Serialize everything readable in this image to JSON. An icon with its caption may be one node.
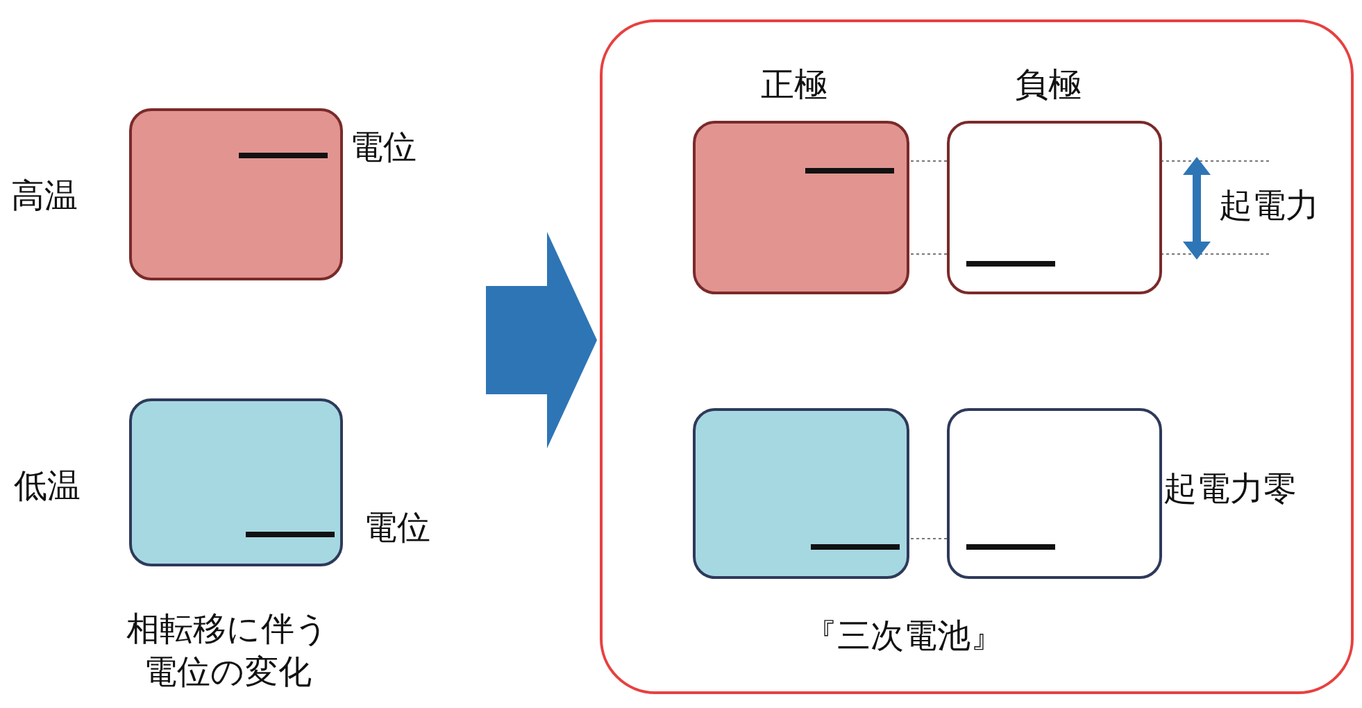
{
  "diagram": {
    "nodes": [
      {
        "text": [],
        "shape": "box",
        "beside": [
          "高温",
          "電位"
        ]
      },
      {
        "text": [],
        "shape": "box",
        "beside": [
          "低温",
          "電位"
        ]
      },
      {
        "text": [
          "『三次電池』"
        ]
      },
      {
        "text": [
          "正極"
        ],
        "in": 2
      },
      {
        "text": [
          "負極"
        ],
        "in": 2
      },
      {
        "text": [],
        "shape": "box",
        "in": 2
      },
      {
        "text": [],
        "shape": "box",
        "in": 2
      }
    ],
    "edges": [
      {
        "from": null,
        "to": 2,
        "arrow": "to"
      }
    ],
    "labels": [
      "相転移に伴う電位の変化",
      "起電力",
      "起電力零"
    ]
  }
}
